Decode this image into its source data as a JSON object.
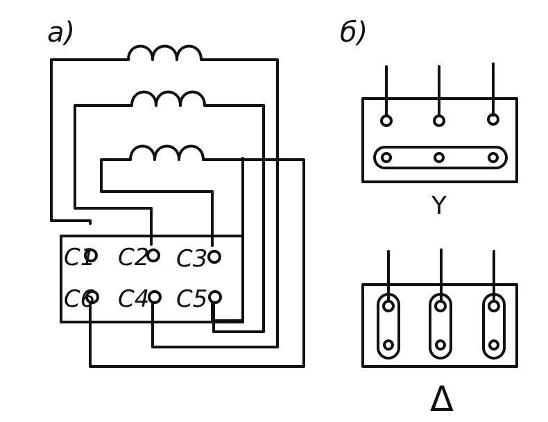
{
  "panel_a": {
    "label": "а)",
    "terminals": {
      "c1": "C1",
      "c2": "C2",
      "c3": "C3",
      "c6": "C6",
      "c4": "C4",
      "c5": "C5"
    }
  },
  "panel_b": {
    "label": "б)",
    "star_label": "Y",
    "delta_label": "Δ"
  }
}
